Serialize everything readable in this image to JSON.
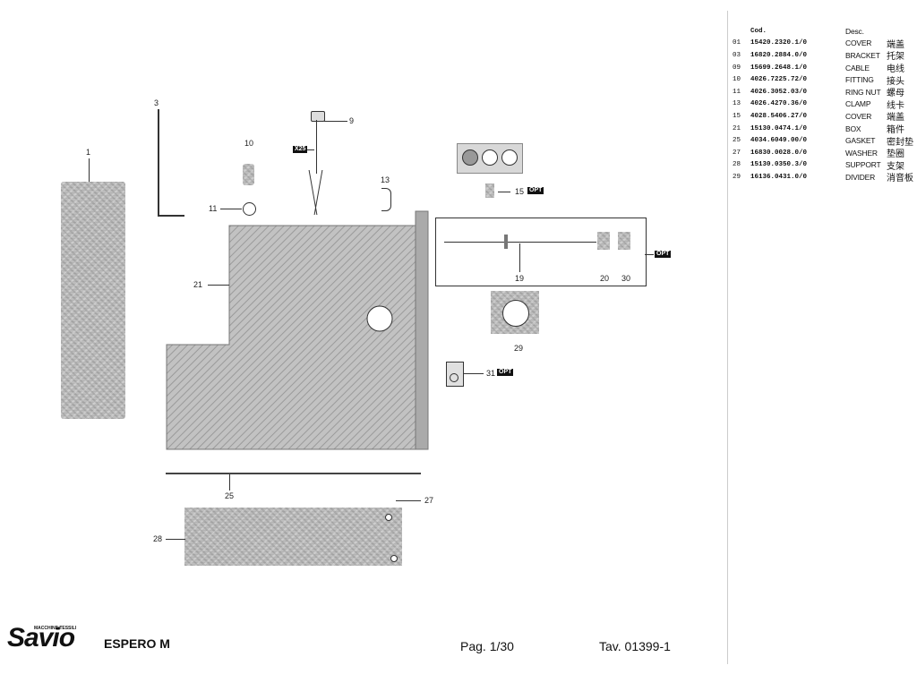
{
  "header": {
    "col_code": "Cod.",
    "col_desc": "Desc."
  },
  "parts": [
    {
      "pos": "01",
      "code": "15420.2320.1/0",
      "en": "COVER",
      "cn": "端盖"
    },
    {
      "pos": "03",
      "code": "16820.2884.0/0",
      "en": "BRACKET",
      "cn": "托架"
    },
    {
      "pos": "09",
      "code": "15699.2648.1/0",
      "en": "CABLE",
      "cn": "电线"
    },
    {
      "pos": "10",
      "code": "4026.7225.72/0",
      "en": "FITTING",
      "cn": "接头"
    },
    {
      "pos": "11",
      "code": "4026.3052.03/0",
      "en": "RING NUT",
      "cn": "螺母"
    },
    {
      "pos": "13",
      "code": "4026.4270.36/0",
      "en": "CLAMP",
      "cn": "线卡"
    },
    {
      "pos": "15",
      "code": "4028.5406.27/0",
      "en": "COVER",
      "cn": "端盖"
    },
    {
      "pos": "21",
      "code": "15130.0474.1/0",
      "en": "BOX",
      "cn": "箱件"
    },
    {
      "pos": "25",
      "code": "4034.6049.00/0",
      "en": "GASKET",
      "cn": "密封垫"
    },
    {
      "pos": "27",
      "code": "16830.0028.0/0",
      "en": "WASHER",
      "cn": "垫圈"
    },
    {
      "pos": "28",
      "code": "15130.0350.3/0",
      "en": "SUPPORT",
      "cn": "支架"
    },
    {
      "pos": "29",
      "code": "16136.0431.0/0",
      "en": "DIVIDER",
      "cn": "消音板"
    }
  ],
  "callouts": {
    "c1": "1",
    "c3": "3",
    "c9": "9",
    "c10": "10",
    "c11": "11",
    "c13": "13",
    "c15": "15",
    "c19": "19",
    "c20": "20",
    "c21": "21",
    "c25": "25",
    "c27": "27",
    "c28": "28",
    "c29": "29",
    "c30": "30",
    "c31": "31",
    "x25": "X25"
  },
  "opt_label": "OPT",
  "footer": {
    "brand": "Savio",
    "brand_sub": "MACCHINE TESSILI",
    "model": "ESPERO M",
    "page": "Pag. 1/30",
    "table": "Tav. 01399-1"
  }
}
